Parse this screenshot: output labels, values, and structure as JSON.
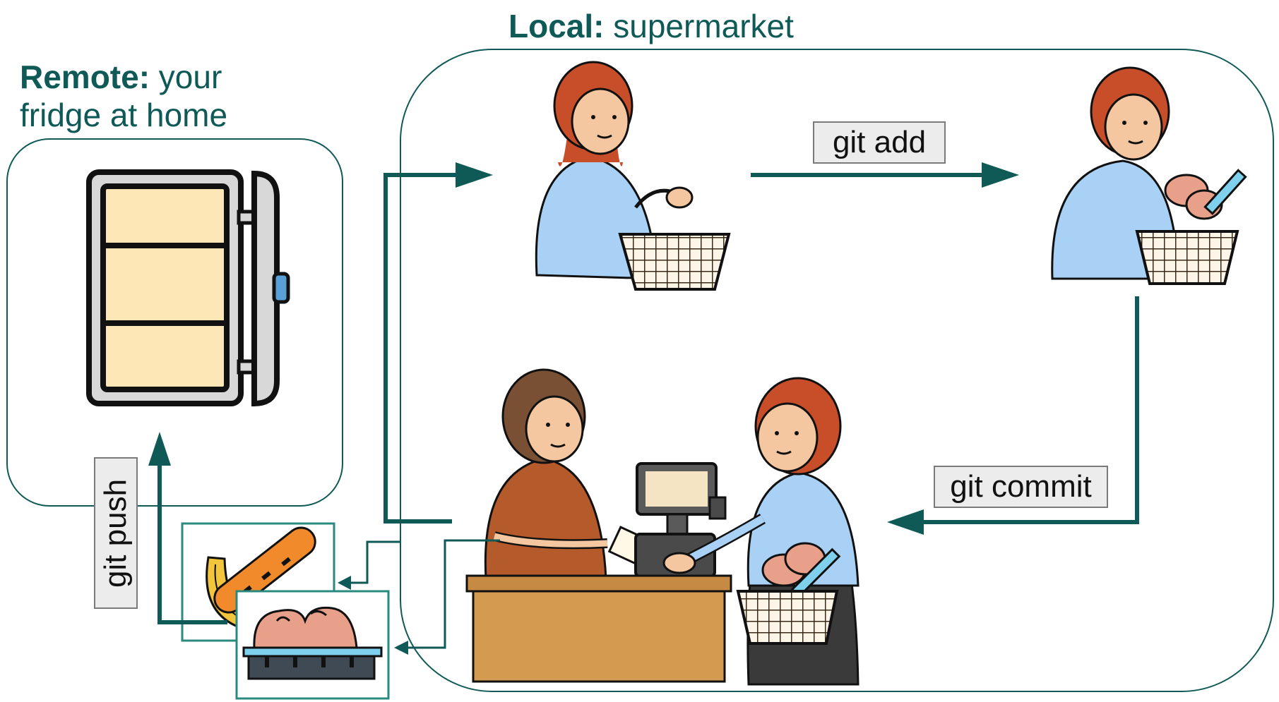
{
  "remote": {
    "bold": "Remote:",
    "line1_rest": " your",
    "line2": "fridge at home"
  },
  "local": {
    "bold": "Local:",
    "rest": " supermarket"
  },
  "commands": {
    "add": "git add",
    "commit": "git commit",
    "push": "git push"
  },
  "colors": {
    "accent": "#0f5a56",
    "skin": "#f4c7a1",
    "hair": "#c84e2a",
    "shirt": "#a9d1f5",
    "counter": "#d49a4f"
  },
  "icons": [
    "fridge-icon",
    "shopper-empty-basket-icon",
    "shopper-full-basket-icon",
    "cashier-icon",
    "cash-register-icon",
    "banana-bread-icon",
    "eggs-carton-icon"
  ]
}
